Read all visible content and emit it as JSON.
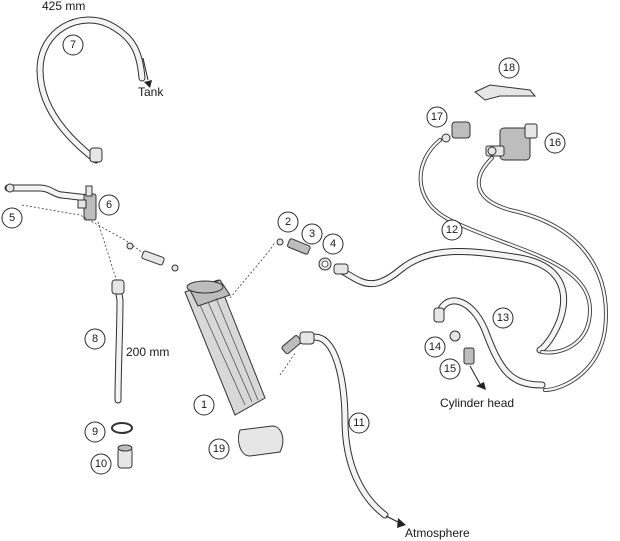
{
  "labels": {
    "hose_top_length": "425 mm",
    "tank": "Tank",
    "hose_8_length": "200 mm",
    "cylinder_head": "Cylinder head",
    "atmosphere": "Atmosphere"
  },
  "callouts": [
    "1",
    "2",
    "3",
    "4",
    "5",
    "6",
    "7",
    "8",
    "9",
    "10",
    "11",
    "12",
    "13",
    "14",
    "15",
    "16",
    "17",
    "18",
    "19"
  ]
}
